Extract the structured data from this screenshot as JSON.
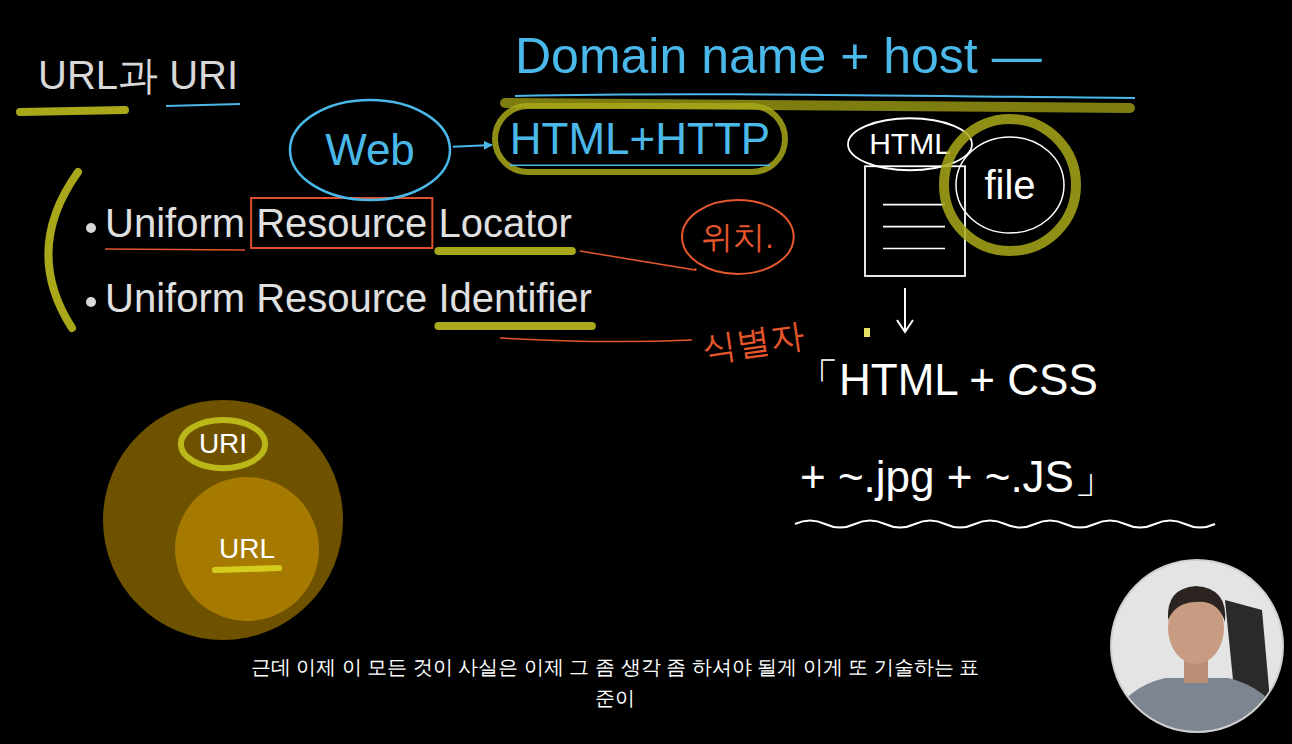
{
  "diagram": {
    "title": "URL과 URI",
    "caption": "근데 이제 이 모든 것이 사실은 이제 그 좀 생각 좀 하셔야 될게 이게 또 기술하는 표준이",
    "nodes": [
      {
        "text": [
          "URI"
        ]
      },
      {
        "text": [
          "URL"
        ],
        "in": 0
      },
      {
        "text": [
          "Web"
        ]
      },
      {
        "text": [
          "HTML+HTTP"
        ]
      },
      {
        "text": [
          "위치."
        ]
      },
      {
        "text": [
          "HTML"
        ]
      },
      {
        "text": [
          "file"
        ]
      }
    ],
    "edges": [
      {
        "from": 2,
        "to": 3,
        "arrow": "to"
      }
    ],
    "labels": [
      "Domain name + host —",
      "Uniform Resource Locator",
      "Uniform Resource Identifier",
      "식별자",
      "「HTML + CSS",
      "+ ~.jpg + ~.JS」"
    ]
  }
}
